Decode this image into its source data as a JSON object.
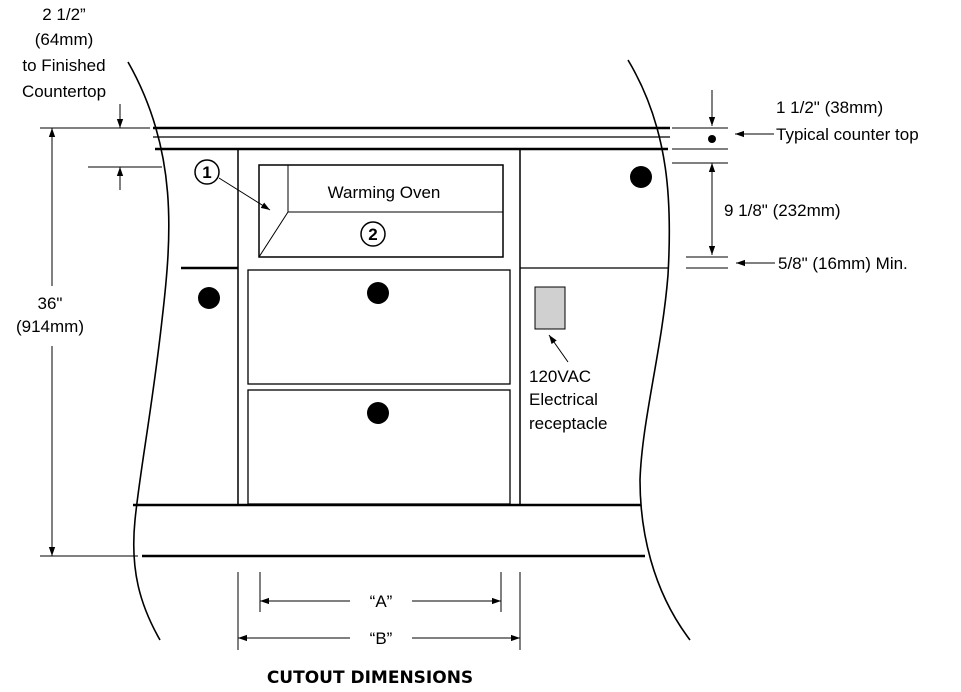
{
  "dims": {
    "finished_top_l1": "2 1/2”",
    "finished_top_l2": "(64mm)",
    "finished_top_l3": "to Finished",
    "finished_top_l4": "Countertop",
    "height_l1": "36\"",
    "height_l2": "(914mm)",
    "counter_thickness": "1 1/2\" (38mm)",
    "counter_label": "Typical counter top",
    "opening_height": "9 1/8\" (232mm)",
    "min_gap": "5/8\" (16mm) Min.",
    "width_a": "“A”",
    "width_b": "“B”"
  },
  "labels": {
    "warming_oven": "Warming Oven",
    "callout_1": "1",
    "callout_2": "2",
    "receptacle_l1": "120VAC",
    "receptacle_l2": "Electrical",
    "receptacle_l3": "receptacle"
  },
  "caption": "CUTOUT DIMENSIONS",
  "colors": {
    "line": "#000000",
    "receptacle_fill": "#d0d0d0",
    "background": "#ffffff"
  }
}
